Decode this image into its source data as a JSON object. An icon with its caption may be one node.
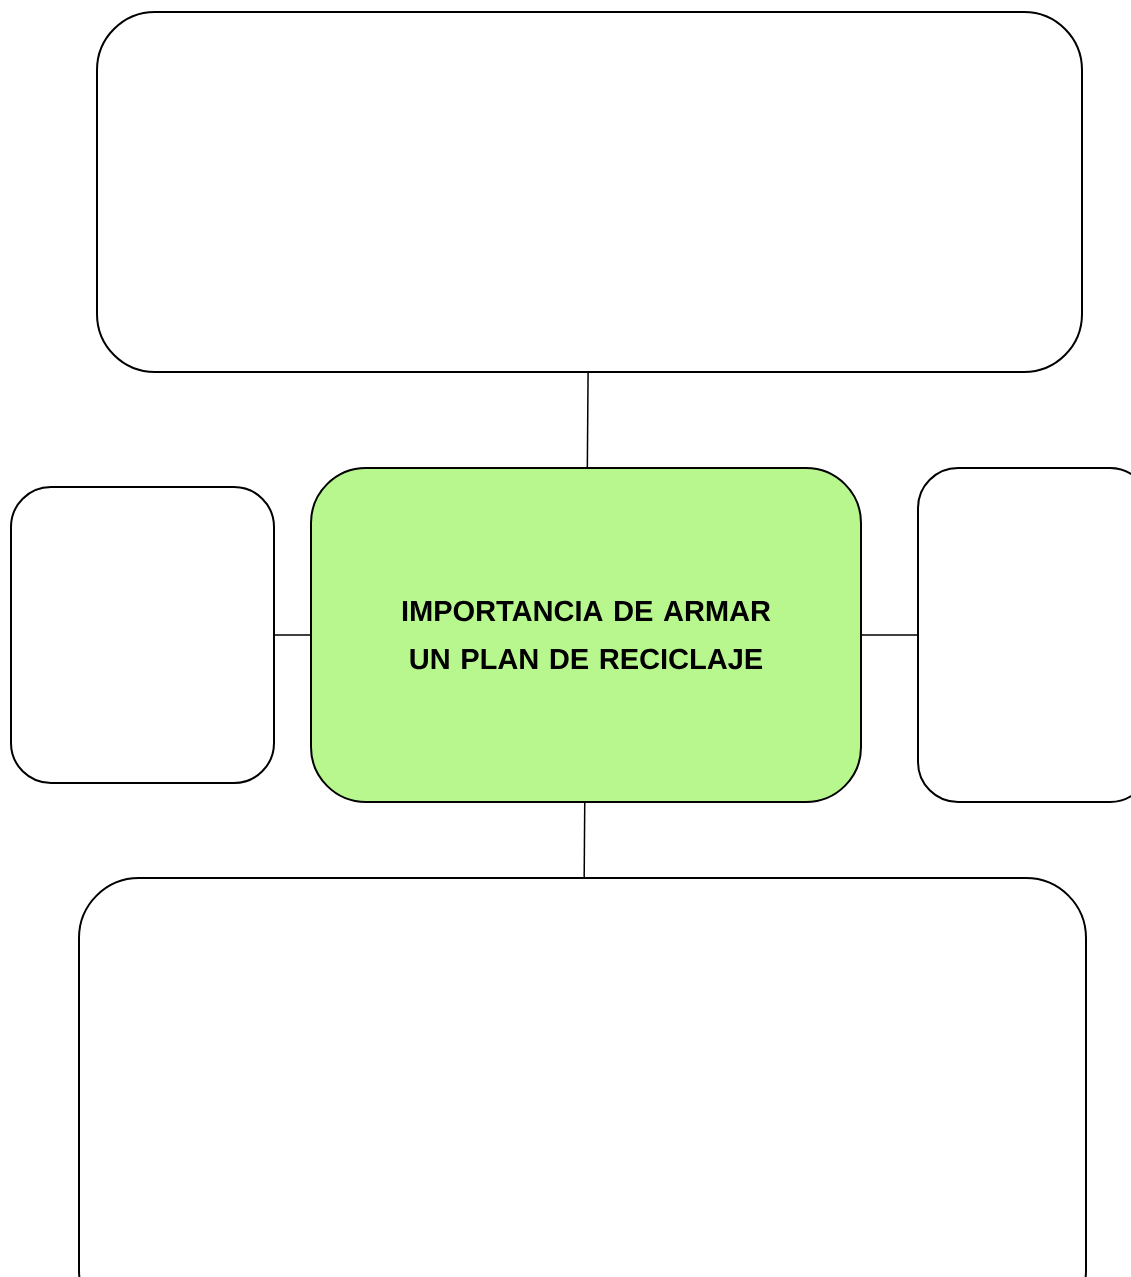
{
  "diagram": {
    "nodes": [
      {
        "text": [],
        "shape": "box"
      },
      {
        "text": [],
        "shape": "box"
      },
      {
        "text": [
          "IMPORTANCIA DE ARMAR UN PLAN DE RECICLAJE"
        ]
      },
      {
        "text": [],
        "shape": "box"
      },
      {
        "text": [],
        "shape": "box"
      }
    ],
    "edges": [
      {
        "from": 2,
        "to": 0,
        "arrow": "none"
      },
      {
        "from": 2,
        "to": 1,
        "arrow": "none"
      },
      {
        "from": 2,
        "to": 3,
        "arrow": "none"
      },
      {
        "from": 2,
        "to": 4,
        "arrow": "none"
      }
    ]
  }
}
